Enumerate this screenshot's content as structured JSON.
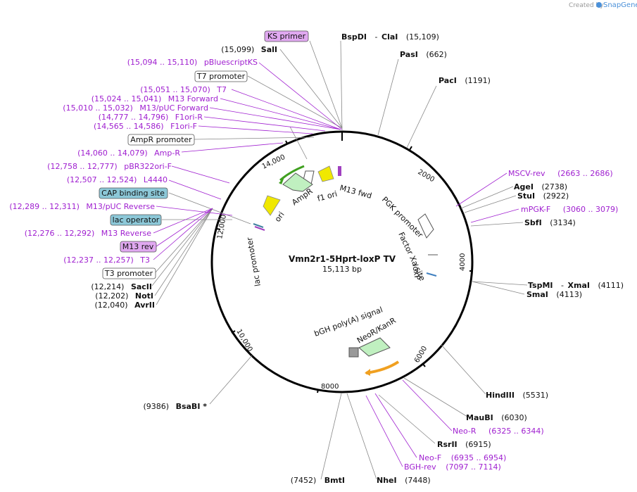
{
  "branding": {
    "created_by": "Created by",
    "app_name": "SnapGene"
  },
  "plasmid": {
    "name": "Vmn2r1-5Hprt-loxP TV",
    "length": "15,113 bp"
  },
  "ticks": [
    "2000",
    "4000",
    "6000",
    "8000",
    "10,000",
    "12,000",
    "14,000"
  ],
  "top_enzymes": {
    "bspdi": {
      "name": "BspDI",
      "sep": "-",
      "name2": "ClaI",
      "pos": "(15,109)"
    },
    "pasi": {
      "name": "PasI",
      "pos": "(662)"
    },
    "paci": {
      "name": "PacI",
      "pos": "(1191)"
    }
  },
  "left_labels": {
    "ks_primer": "KS primer",
    "sali": {
      "pos": "(15,099)",
      "name": "SalI"
    },
    "pbluescriptks": {
      "range": "(15,094 .. 15,110)",
      "name": "pBluescriptKS"
    },
    "t7_promoter": "T7 promoter",
    "t7": {
      "range": "(15,051 .. 15,070)",
      "name": "T7"
    },
    "m13_forward": {
      "range": "(15,024 .. 15,041)",
      "name": "M13 Forward"
    },
    "m13_puc_forward": {
      "range": "(15,010 .. 15,032)",
      "name": "M13/pUC Forward"
    },
    "f1ori_r": {
      "range": "(14,777 .. 14,796)",
      "name": "F1ori-R"
    },
    "f1ori_f": {
      "range": "(14,565 .. 14,586)",
      "name": "F1ori-F"
    },
    "ampr_promoter": "AmpR promoter",
    "amp_r": {
      "range": "(14,060 .. 14,079)",
      "name": "Amp-R"
    },
    "pbr322ori_f": {
      "range": "(12,758 .. 12,777)",
      "name": "pBR322ori-F"
    },
    "l4440": {
      "range": "(12,507 .. 12,524)",
      "name": "L4440"
    },
    "cap_binding_site": "CAP binding site",
    "m13_puc_reverse": {
      "range": "(12,289 .. 12,311)",
      "name": "M13/pUC Reverse"
    },
    "lac_operator": "lac operator",
    "m13_reverse": {
      "range": "(12,276 .. 12,292)",
      "name": "M13 Reverse"
    },
    "m13_rev": "M13 rev",
    "t3": {
      "range": "(12,237 .. 12,257)",
      "name": "T3"
    },
    "t3_promoter": "T3 promoter",
    "sacii": {
      "pos": "(12,214)",
      "name": "SacII"
    },
    "noti": {
      "pos": "(12,202)",
      "name": "NotI"
    },
    "avrii": {
      "pos": "(12,040)",
      "name": "AvrII"
    }
  },
  "bottom_left": {
    "bsabi": {
      "pos": "(9386)",
      "name": "BsaBI *"
    }
  },
  "right_labels": {
    "mscv_rev": {
      "name": "MSCV-rev",
      "range": "(2663 .. 2686)"
    },
    "agei": {
      "name": "AgeI",
      "pos": "(2738)"
    },
    "stui": {
      "name": "StuI",
      "pos": "(2922)"
    },
    "mpgk_f": {
      "name": "mPGK-F",
      "range": "(3060 .. 3079)"
    },
    "sbfi": {
      "name": "SbfI",
      "pos": "(3134)"
    },
    "tspmi": {
      "name": "TspMI",
      "sep": "-",
      "name2": "XmaI",
      "pos": "(4111)"
    },
    "smai": {
      "name": "SmaI",
      "pos": "(4113)"
    }
  },
  "bottom_labels": {
    "hindiii": {
      "name": "HindIII",
      "pos": "(5531)"
    },
    "maubi": {
      "name": "MauBI",
      "pos": "(6030)"
    },
    "neo_r": {
      "name": "Neo-R",
      "range": "(6325 .. 6344)"
    },
    "rsrii": {
      "name": "RsrII",
      "pos": "(6915)"
    },
    "neo_f": {
      "name": "Neo-F",
      "range": "(6935 .. 6954)"
    },
    "bgh_rev": {
      "name": "BGH-rev",
      "range": "(7097 .. 7114)"
    },
    "bmti": {
      "pos": "(7452)",
      "name": "BmtI"
    },
    "nhei": {
      "name": "NheI",
      "pos": "(7448)"
    }
  },
  "inner_features": {
    "m13_fwd": "M13 fwd",
    "f1_ori": "f1 ori",
    "ampr": "AmpR",
    "ori": "ori",
    "lac_promoter": "lac promoter",
    "pgk_promoter": "PGK promoter",
    "factor_xa_site": "Factor Xa site",
    "loxp": "loxP",
    "bgh_polya": "bGH poly(A) signal",
    "neor_kanr": "NeoR/KanR"
  },
  "colors": {
    "primer": "#a020d0",
    "feature_box_purple": "#e0a8f0",
    "feature_box_teal": "#8cc8d8",
    "ampr_arrow": "#c0f0c0",
    "yellow": "#f0e800",
    "neo_arrow": "#c0f0c0",
    "orange_arc": "#f0a020",
    "green_arc": "#40a020"
  }
}
